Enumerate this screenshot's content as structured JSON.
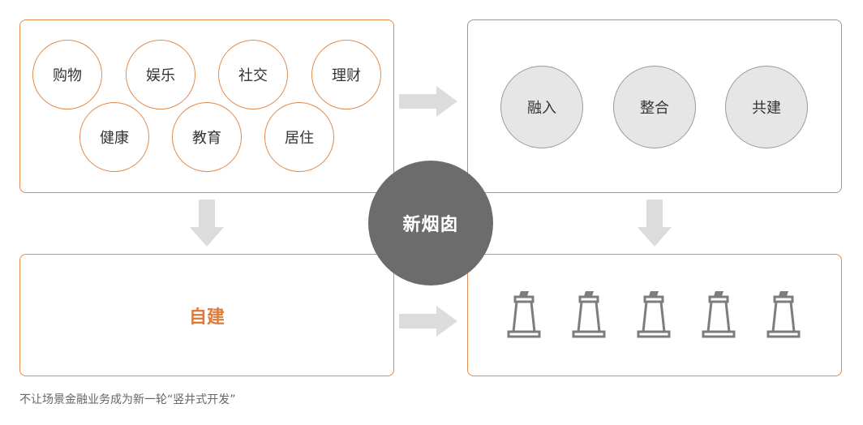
{
  "hub": {
    "label": "新烟囱"
  },
  "left_top": {
    "bubbles": [
      "购物",
      "娱乐",
      "社交",
      "理财",
      "健康",
      "教育",
      "居住"
    ]
  },
  "right_top": {
    "bubbles": [
      "融入",
      "整合",
      "共建"
    ]
  },
  "left_bottom": {
    "label": "自建"
  },
  "right_bottom": {
    "chimney_count": 5,
    "icon": "chimney-icon"
  },
  "caption": "不让场景金融业务成为新一轮“竖井式开发”",
  "colors": {
    "orange": "#e08a4f",
    "gray_border": "#9a9a9a",
    "gray_fill": "#e6e6e6",
    "hub": "#6c6c6c",
    "arrow": "#dcdcdc"
  }
}
